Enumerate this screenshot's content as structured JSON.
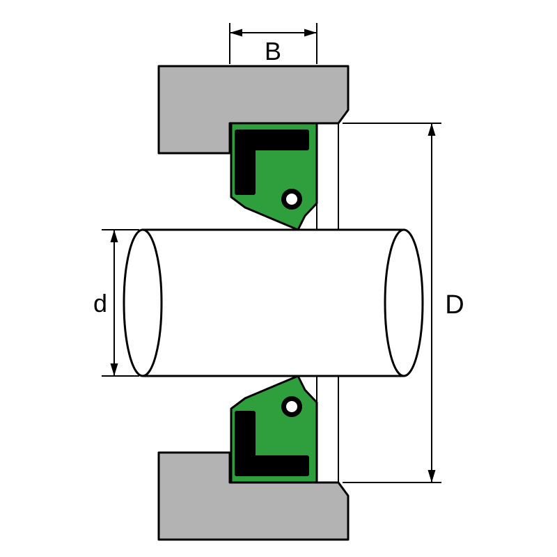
{
  "labels": {
    "seal_width": "B",
    "shaft_diameter": "d",
    "outer_diameter": "D"
  },
  "colors": {
    "housing_gray": "#b3b3b3",
    "seal_green": "#2f9e3c",
    "seal_case_black": "#000000",
    "shaft_white": "#ffffff",
    "line_black": "#000000",
    "background_white": "#ffffff"
  }
}
